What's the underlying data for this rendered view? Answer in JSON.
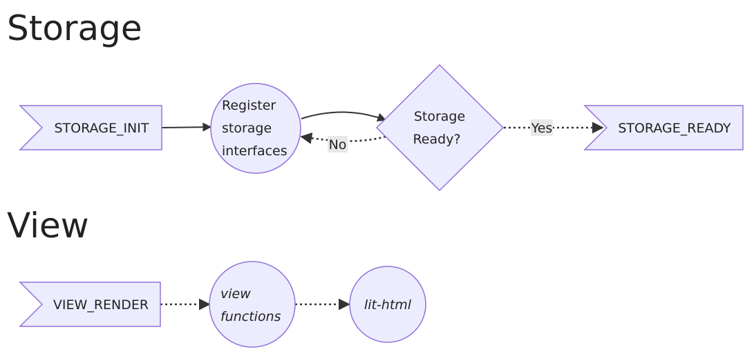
{
  "sections": {
    "storage": {
      "title": "Storage",
      "nodes": {
        "init": "STORAGE_INIT",
        "register": [
          "Register",
          "storage",
          "interfaces"
        ],
        "decision": [
          "Storage",
          "Ready?"
        ],
        "ready": "STORAGE_READY"
      },
      "edges": {
        "no_label": "No",
        "yes_label": "Yes"
      }
    },
    "view": {
      "title": "View",
      "nodes": {
        "render": "VIEW_RENDER",
        "functions": [
          "view",
          "functions"
        ],
        "lit": "lit-html"
      }
    }
  },
  "colors": {
    "node_fill": "#ececff",
    "node_stroke": "#9370db",
    "edge": "#333333",
    "edge_label_bg": "#e8e8e8"
  }
}
